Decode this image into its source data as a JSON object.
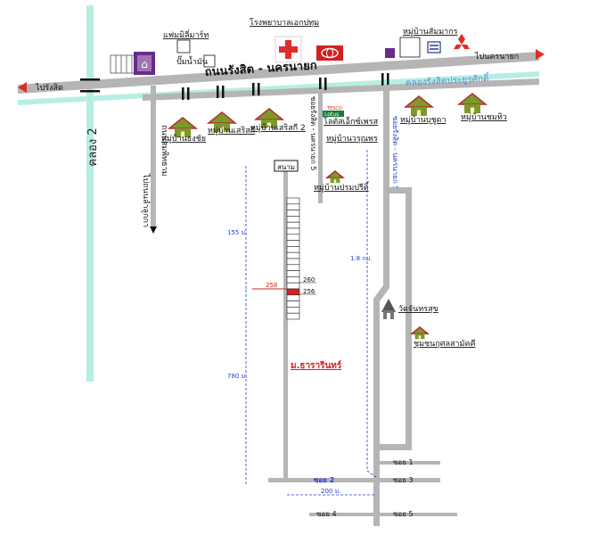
{
  "colors": {
    "road": "#b5b5b5",
    "canal": "#b7eee3",
    "canal_text": "#5a8fd0",
    "arrow_red": "#e22b2b",
    "dim_blue": "#2a3ad6",
    "site_red": "#d62020",
    "roof_red": "#b43030",
    "house_green": "#7b9a2a",
    "temple_purple": "#6a2a8a"
  },
  "roads": {
    "main_road": "ถนนรังสิต - นครนายก",
    "to_rangsit": "ไปรังสิต",
    "to_nakhon_nayok": "ไปนครนายก",
    "canal_name": "คลองรังสิตประยูรศักดิ์",
    "khlong2": "คลอง 2",
    "left_road": "ถนนสมพิทธาม",
    "left_road_dest": "ไปถนนลำลูกกา",
    "middle_road": "ซอยรังสิต - นครนายก 5",
    "right_road": "ซอยรังสิต - นครนายก 5"
  },
  "landmarks": {
    "family_mart": "แฟมมิลี่มาร์ท",
    "fuel_depot": "ปั๊มน้ำมัน",
    "hospital": "โรงพยาบาลเอกปทุม",
    "village_sammakorn": "หมู่บ้านสัมมากร",
    "tesco": "TESCO",
    "lotus": "Lotus",
    "lotus_express": "โลตัสเอ็กซ์เพรส",
    "temple": "วัดจันทรสุข",
    "community": "ชุมชนกุศลสามัคคี",
    "stadium": "สนาม"
  },
  "villages": {
    "thongchai": "หมู่บ้านธงชัย",
    "sirisak": "หมู่บ้านเสริสกี",
    "sirisak2": "หมู่บ้านเสริสกี 2",
    "narinthorn": "หมู่บ้านวรุณพร",
    "praiyapuri": "หมู่บ้านปรมปรีดิ์",
    "bunchuda": "หมู่บ้านบุชูดา",
    "chomthiew": "หมู่บ้านชมทิว"
  },
  "site": {
    "name": "ม.ธารารินทร์",
    "lot_target": "258",
    "lot_260": "260",
    "lot_256": "256"
  },
  "dimensions": {
    "d155": "155 ม.",
    "d780": "780 ม.",
    "d18km": "1.8 กม.",
    "d200": "200 ม."
  },
  "sois": {
    "soi1": "ซอย 1",
    "soi2": "ซอย 2",
    "soi3": "ซอย 3",
    "soi4": "ซอย 4",
    "soi5": "ซอย 5"
  }
}
